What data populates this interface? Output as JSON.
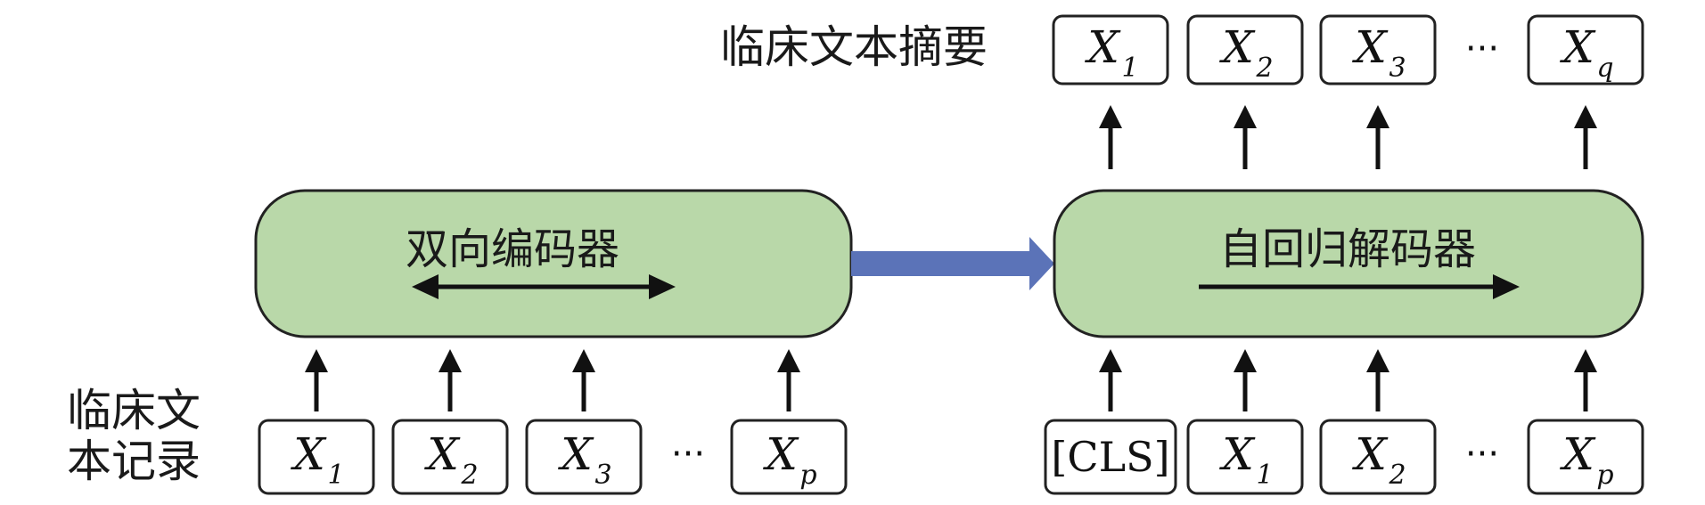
{
  "labels": {
    "input_line1": "临床文",
    "input_line2": "本记录",
    "output": "临床文本摘要"
  },
  "encoder": {
    "label": "双向编码器"
  },
  "decoder": {
    "label": "自回归解码器"
  },
  "ellipsis": "···",
  "encoder_inputs": [
    {
      "base": "X",
      "sub": "1"
    },
    {
      "base": "X",
      "sub": "2"
    },
    {
      "base": "X",
      "sub": "3"
    },
    {
      "base": "X",
      "sub": "p"
    }
  ],
  "decoder_inputs": [
    {
      "text": "[CLS]"
    },
    {
      "base": "X",
      "sub": "1"
    },
    {
      "base": "X",
      "sub": "2"
    },
    {
      "base": "X",
      "sub": "p"
    }
  ],
  "decoder_outputs": [
    {
      "base": "X",
      "sub": "1"
    },
    {
      "base": "X",
      "sub": "2"
    },
    {
      "base": "X",
      "sub": "3"
    },
    {
      "base": "X",
      "sub": "q"
    }
  ],
  "colors": {
    "block_fill": "#b9d8a9",
    "connector": "#5b73b8"
  }
}
